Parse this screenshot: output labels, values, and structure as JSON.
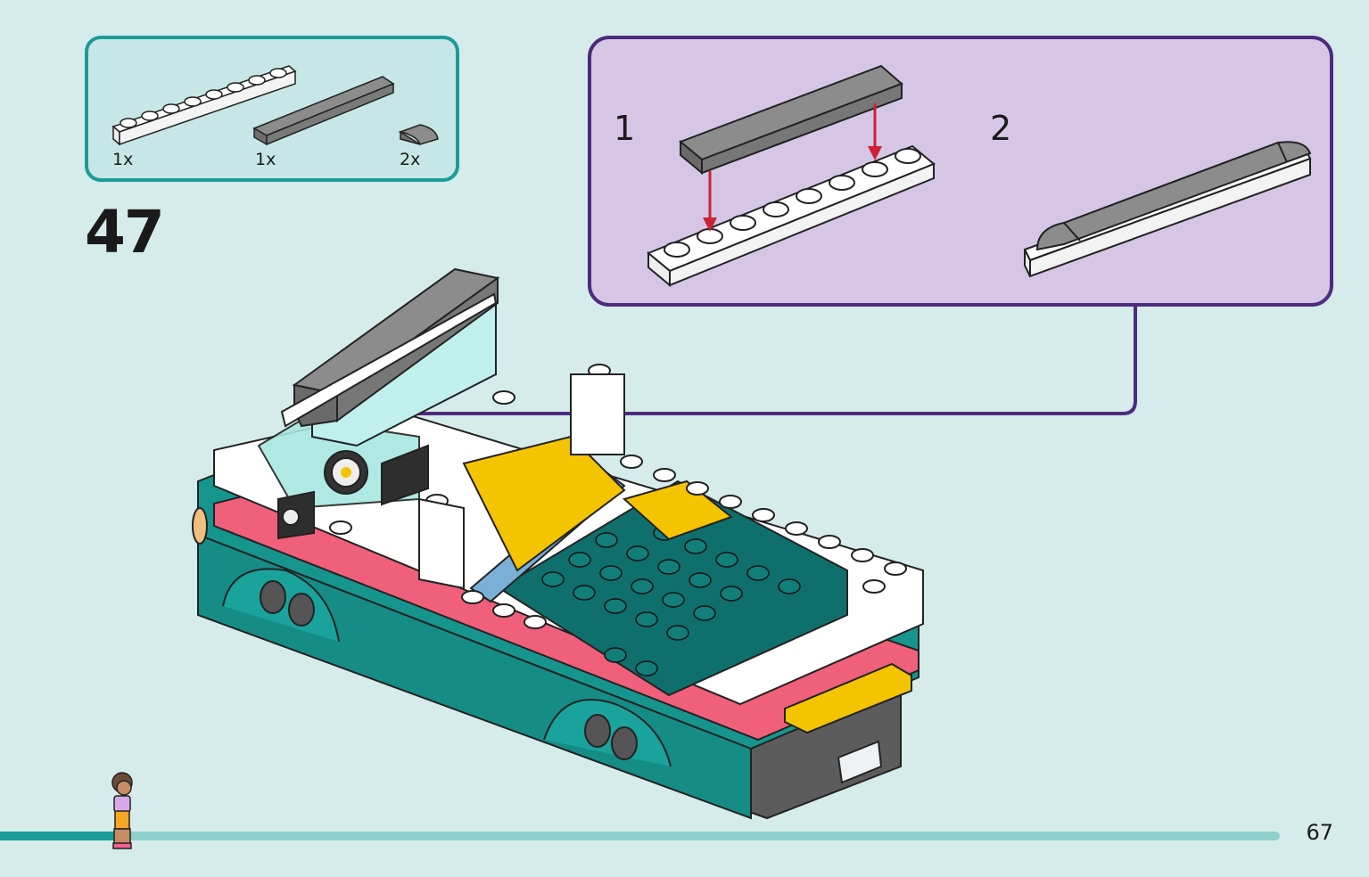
{
  "step": {
    "number": "47"
  },
  "parts_list": {
    "items": [
      {
        "part": "white-plate-1x8",
        "quantity": "1x"
      },
      {
        "part": "dark-gray-tile-1x6",
        "quantity": "1x"
      },
      {
        "part": "dark-gray-curved-slope-1x1",
        "quantity": "2x"
      }
    ]
  },
  "sub_assembly": {
    "steps": [
      {
        "label": "1"
      },
      {
        "label": "2"
      }
    ]
  },
  "page": {
    "number": "67"
  },
  "colors": {
    "parts_box_border": "#1b9c98",
    "parts_box_fill": "#c6e7e5",
    "sub_box_border": "#4e2a7f",
    "sub_box_fill": "#d6c6e6",
    "background": "#d5ecea",
    "arrow": "#cc2233",
    "progress_bar": "#1b9c98",
    "progress_track": "#8fd0cc"
  },
  "progress": {
    "fraction": 0.09
  }
}
